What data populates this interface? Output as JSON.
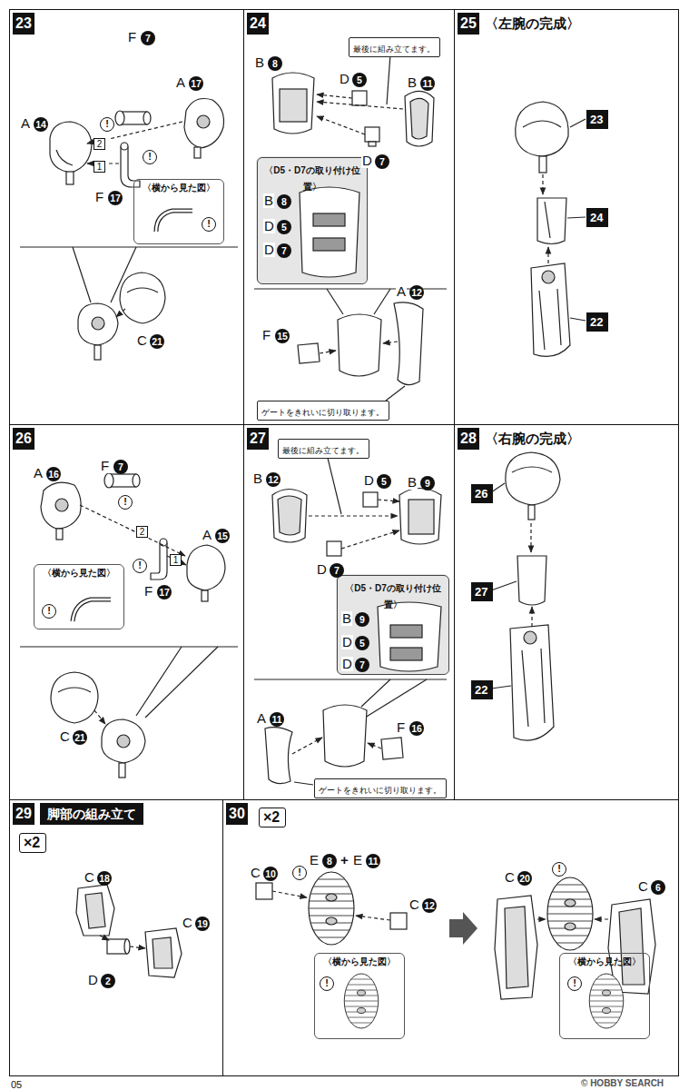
{
  "diagram": {
    "nodes": [
      {
        "text": [
          "23"
        ]
      },
      {
        "text": [
          "〈横から見た図〉"
        ],
        "in": 0
      },
      {
        "text": [
          "24"
        ]
      },
      {
        "text": [
          "最後に組み立てます。"
        ],
        "in": 2
      },
      {
        "text": [
          "〈D5・D7の取り付け位置〉"
        ],
        "in": 2
      },
      {
        "text": [
          "ゲートをきれいに切り取ります。"
        ],
        "in": 2
      },
      {
        "text": [
          "25",
          "〈左腕の完成〉"
        ]
      },
      {
        "text": [
          "23"
        ],
        "in": 6
      },
      {
        "text": [
          "24"
        ],
        "in": 6
      },
      {
        "text": [
          "22"
        ],
        "in": 6
      },
      {
        "text": [
          "26"
        ]
      },
      {
        "text": [
          "〈横から見た図〉"
        ],
        "in": 10
      },
      {
        "text": [
          "27"
        ]
      },
      {
        "text": [
          "最後に組み立てます。"
        ],
        "in": 12
      },
      {
        "text": [
          "〈D5・D7の取り付け位置〉"
        ],
        "in": 12
      },
      {
        "text": [
          "ゲートをきれいに切り取ります。"
        ],
        "in": 12
      },
      {
        "text": [
          "28",
          "〈右腕の完成〉"
        ]
      },
      {
        "text": [
          "26"
        ],
        "in": 16
      },
      {
        "text": [
          "27"
        ],
        "in": 16
      },
      {
        "text": [
          "22"
        ],
        "in": 16
      },
      {
        "text": [
          "29",
          "脚部の組み立て"
        ]
      },
      {
        "text": [
          "×2"
        ],
        "in": 20
      },
      {
        "text": [
          "30"
        ]
      },
      {
        "text": [
          "×2"
        ],
        "in": 22
      },
      {
        "text": [
          "〈横から見た図〉"
        ],
        "in": 22
      },
      {
        "text": [
          "〈横から見た図〉"
        ],
        "in": 22
      }
    ],
    "labels": [
      "F",
      "7",
      "A",
      "17",
      "A",
      "14",
      "!",
      "2",
      "!",
      "1",
      "F",
      "17",
      "!",
      "C",
      "21",
      "B",
      "8",
      "D",
      "5",
      "B",
      "11",
      "D",
      "7",
      "B",
      "8",
      "D",
      "5",
      "D",
      "7",
      "F",
      "15",
      "A",
      "12",
      "A",
      "16",
      "F",
      "7",
      "!",
      "2",
      "!",
      "1",
      "A",
      "15",
      "F",
      "17",
      "!",
      "C",
      "21",
      "B",
      "12",
      "D",
      "5",
      "B",
      "9",
      "D",
      "7",
      "B",
      "9",
      "D",
      "5",
      "D",
      "7",
      "A",
      "11",
      "F",
      "16",
      "C",
      "18",
      "C",
      "19",
      "D",
      "2",
      "C",
      "10",
      "E",
      "8",
      "+",
      "E",
      "11",
      "C",
      "12",
      "!",
      "!",
      "C",
      "20",
      "C",
      "6",
      "!",
      "!",
      "05",
      "© HOBBY SEARCH"
    ]
  }
}
